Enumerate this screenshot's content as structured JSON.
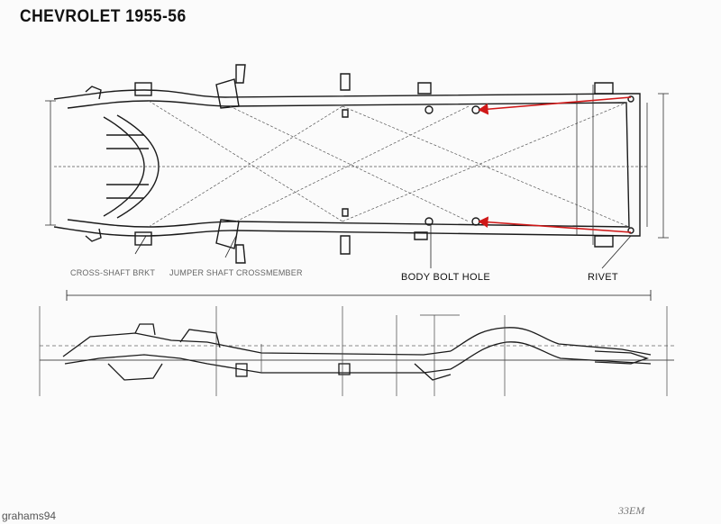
{
  "title": "CHEVROLET 1955-56",
  "labels": {
    "body_bolt_hole": "BODY BOLT HOLE",
    "rivet": "RIVET",
    "crossmember_left": "CROSS-SHAFT BRKT",
    "crossmember_right": "JUMPER SHAFT CROSSMEMBER"
  },
  "watermark": "grahams94",
  "handwritten_note": "33EM",
  "colors": {
    "ink": "#1a1a1a",
    "annotation_arrow": "#d01818"
  }
}
